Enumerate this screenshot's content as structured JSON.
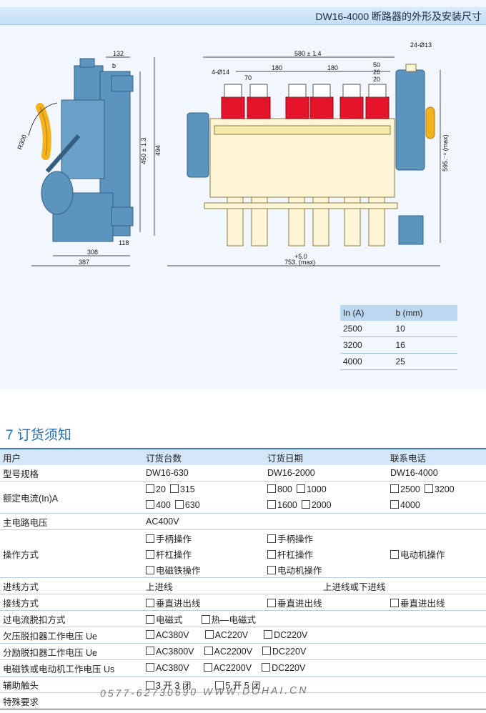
{
  "header": {
    "title": "DW16-4000 断路器的外形及安装尺寸"
  },
  "dims": {
    "d132": "132",
    "b": "b",
    "r300": "R300",
    "d450": "450 ± 1.3",
    "d494": "494",
    "d308": "308",
    "d387": "387",
    "d118": "118",
    "d580": "580 ± 1.4",
    "d24": "24-Ø13",
    "d4": "4-Ø14",
    "d70": "70",
    "d180a": "180",
    "d180b": "180",
    "d50": "50",
    "d26": "26",
    "d20": "20",
    "d595": "595.⁻⁴ (max)",
    "d753": "753. (max)",
    "d753sup": "+5.0"
  },
  "b_table": {
    "headers": [
      "In (A)",
      "b (mm)"
    ],
    "rows": [
      [
        "2500",
        "10"
      ],
      [
        "3200",
        "16"
      ],
      [
        "4000",
        "25"
      ]
    ]
  },
  "section": {
    "title": "7 订货须知"
  },
  "order": {
    "header": [
      "用户",
      "订货台数",
      "订货日期",
      "联系电话"
    ],
    "model_label": "型号规格",
    "models": [
      "DW16-630",
      "DW16-2000",
      "DW16-4000"
    ],
    "current_label": "额定电流(In)A",
    "current": {
      "c1a": "20",
      "c1b": "315",
      "c1c": "400",
      "c1d": "630",
      "c2a": "800",
      "c2b": "1000",
      "c2c": "1600",
      "c2d": "2000",
      "c3a": "2500",
      "c3b": "3200",
      "c3c": "4000"
    },
    "voltage_label": "主电路电压",
    "voltage": "AC400V",
    "op_label": "操作方式",
    "op1": [
      "手柄操作",
      "杆杠操作",
      "电磁铁操作"
    ],
    "op2": [
      "手柄操作",
      "杆杠操作",
      "电动机操作"
    ],
    "op3": "电动机操作",
    "in_label": "进线方式",
    "in1": "上进线",
    "in2": "上进线或下进线",
    "wire_label": "接线方式",
    "wire": "垂直进出线",
    "trip_label": "过电流脱扣方式",
    "trip1": "电磁式",
    "trip2": "热—电磁式",
    "uv_label": "欠压脱扣器工作电压 Ue",
    "uv": [
      "AC380V",
      "AC220V",
      "DC220V"
    ],
    "shunt_label": "分励脱扣器工作电压 Ue",
    "shunt": [
      "AC3800V",
      "AC2200V",
      "DC220V"
    ],
    "motor_label": "电磁铁或电动机工作电压 Us",
    "motor": [
      "AC380V",
      "AC2200V",
      "DC220V"
    ],
    "aux_label": "辅助触头",
    "aux": [
      "3 开 3 闭",
      "5 开 5 闭"
    ],
    "special_label": "特殊要求"
  },
  "watermark": "0577-62730690   WWW.DOHAI.CN"
}
